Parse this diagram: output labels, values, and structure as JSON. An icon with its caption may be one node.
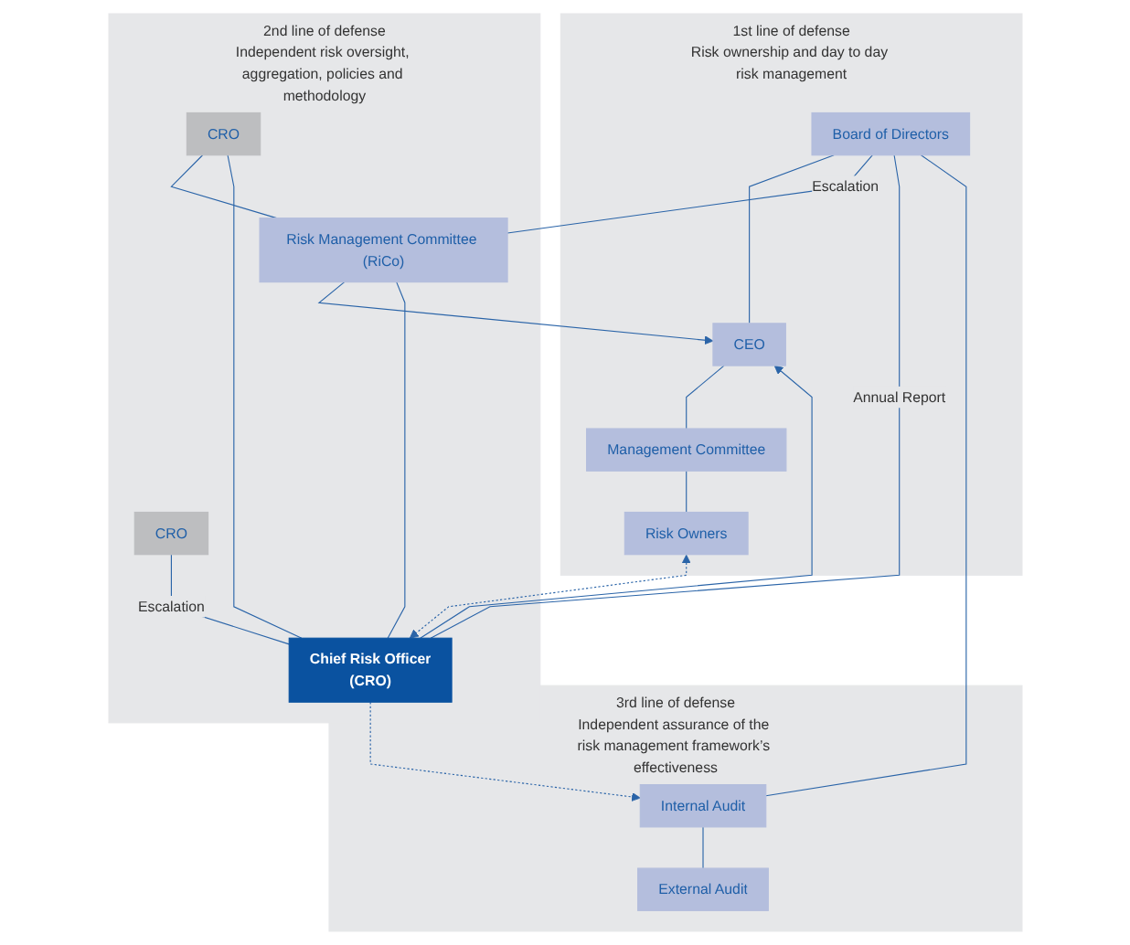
{
  "diagram": {
    "nodes": [
      {
        "text": [
          "1st line of defense",
          "Risk ownership and day to day risk management"
        ]
      },
      {
        "text": [
          "2nd line of defense",
          "Independent risk oversight, aggregation, policies and methodology"
        ]
      },
      {
        "text": [
          "3rd line of defense",
          "Independent assurance of the risk management framework’s effectiveness"
        ]
      },
      {
        "text": [
          "Board of Directors"
        ],
        "in": 0
      },
      {
        "text": [
          "CEO"
        ],
        "in": 0
      },
      {
        "text": [
          "Management Committee"
        ],
        "in": 0
      },
      {
        "text": [
          "Risk Owners"
        ],
        "in": 0
      },
      {
        "text": [
          "CRO"
        ],
        "in": 1
      },
      {
        "text": [
          "CRO"
        ],
        "in": 1
      },
      {
        "text": [
          "Risk Management Committee (RiCo)"
        ],
        "in": 1
      },
      {
        "text": [
          "Chief Risk Officer",
          "(CRO)"
        ],
        "in": 1
      },
      {
        "text": [
          "Internal Audit"
        ],
        "in": 2
      },
      {
        "text": [
          "External Audit"
        ],
        "in": 2
      }
    ],
    "edges": [
      {
        "from": 3,
        "to": 4,
        "arrow": "none"
      },
      {
        "from": 4,
        "to": 5,
        "arrow": "none"
      },
      {
        "from": 5,
        "to": 6,
        "arrow": "none"
      },
      {
        "from": 3,
        "to": 9,
        "arrow": "none",
        "label": "Escalation"
      },
      {
        "from": 7,
        "to": 9,
        "arrow": "none"
      },
      {
        "from": 9,
        "to": 4,
        "arrow": "to"
      },
      {
        "from": 10,
        "to": 4,
        "arrow": "to"
      },
      {
        "from": 9,
        "to": 10,
        "arrow": "none"
      },
      {
        "from": 7,
        "to": 10,
        "arrow": "none"
      },
      {
        "from": 3,
        "to": 10,
        "arrow": "none",
        "label": "Annual Report"
      },
      {
        "from": 8,
        "to": 10,
        "arrow": "none",
        "label": "Escalation"
      },
      {
        "from": 3,
        "to": 11,
        "arrow": "none"
      },
      {
        "from": 11,
        "to": 12,
        "arrow": "none"
      },
      {
        "from": 6,
        "to": 10,
        "arrow": "both",
        "style": "dashed"
      },
      {
        "from": 10,
        "to": 11,
        "arrow": "to",
        "style": "dashed"
      }
    ]
  }
}
